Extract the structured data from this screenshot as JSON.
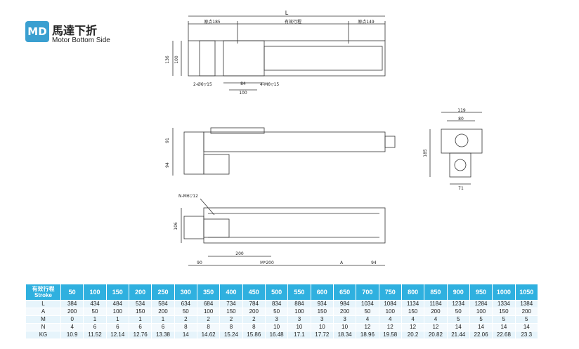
{
  "header": {
    "badge": "MD",
    "title_cn": "馬達下折",
    "title_en": "Motor Bottom Side"
  },
  "top_view": {
    "L": "L",
    "origin_left": "原点185",
    "stroke": "有效行程",
    "origin_right": "原点149",
    "h136": "136",
    "h100": "100",
    "w84": "84",
    "w100": "100",
    "hole_left": "2-Ø6▽15",
    "hole_right": "4-M6▽15"
  },
  "side_view": {
    "h91": "91",
    "h94": "94"
  },
  "end_view": {
    "w119": "119",
    "w80": "80",
    "h185": "185",
    "w71": "71"
  },
  "bottom_view": {
    "nhole": "N-M6▽12",
    "h106": "106",
    "w200": "200",
    "d90": "90",
    "dM200": "M*200",
    "dA": "A",
    "d94": "94"
  },
  "table": {
    "header_label_cn": "有效行程",
    "header_label_en": "Stroke",
    "strokes": [
      "50",
      "100",
      "150",
      "200",
      "250",
      "300",
      "350",
      "400",
      "450",
      "500",
      "550",
      "600",
      "650",
      "700",
      "750",
      "800",
      "850",
      "900",
      "950",
      "1000",
      "1050"
    ],
    "rows": [
      {
        "label": "L",
        "values": [
          "384",
          "434",
          "484",
          "534",
          "584",
          "634",
          "684",
          "734",
          "784",
          "834",
          "884",
          "934",
          "984",
          "1034",
          "1084",
          "1134",
          "1184",
          "1234",
          "1284",
          "1334",
          "1384"
        ]
      },
      {
        "label": "A",
        "values": [
          "200",
          "50",
          "100",
          "150",
          "200",
          "50",
          "100",
          "150",
          "200",
          "50",
          "100",
          "150",
          "200",
          "50",
          "100",
          "150",
          "200",
          "50",
          "100",
          "150",
          "200"
        ]
      },
      {
        "label": "M",
        "values": [
          "0",
          "1",
          "1",
          "1",
          "1",
          "2",
          "2",
          "2",
          "2",
          "3",
          "3",
          "3",
          "3",
          "4",
          "4",
          "4",
          "4",
          "5",
          "5",
          "5",
          "5"
        ]
      },
      {
        "label": "N",
        "values": [
          "4",
          "6",
          "6",
          "6",
          "6",
          "8",
          "8",
          "8",
          "8",
          "10",
          "10",
          "10",
          "10",
          "12",
          "12",
          "12",
          "12",
          "14",
          "14",
          "14",
          "14"
        ]
      },
      {
        "label": "KG",
        "values": [
          "10.9",
          "11.52",
          "12.14",
          "12.76",
          "13.38",
          "14",
          "14.62",
          "15.24",
          "15.86",
          "16.48",
          "17.1",
          "17.72",
          "18.34",
          "18.96",
          "19.58",
          "20.2",
          "20.82",
          "21.44",
          "22.06",
          "22.68",
          "23.3"
        ]
      }
    ]
  }
}
